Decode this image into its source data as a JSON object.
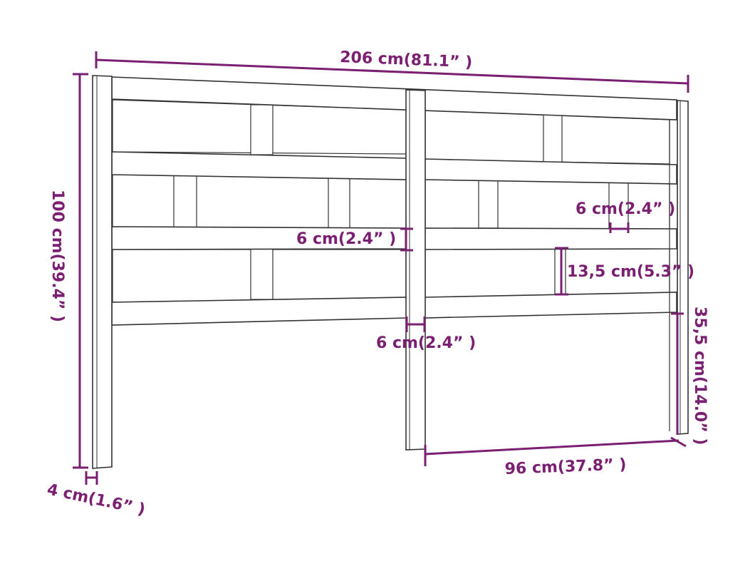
{
  "dimensions": {
    "total_width": "206 cm(81.1” )",
    "total_height": "100 cm(39.4” )",
    "post_width": "4 cm(1.6” )",
    "rail_thickness": "6 cm(2.4” )",
    "slat_width": "6 cm(2.4” )",
    "center_post_width": "6 cm(2.4” )",
    "slat_gap": "13,5 cm(5.3” )",
    "leg_height": "35,5 cm(14.0” )",
    "panel_width": "96 cm(37.8” )"
  },
  "colors": {
    "dimension_line": "#7a1f72",
    "outline": "#333333",
    "background": "#ffffff"
  }
}
